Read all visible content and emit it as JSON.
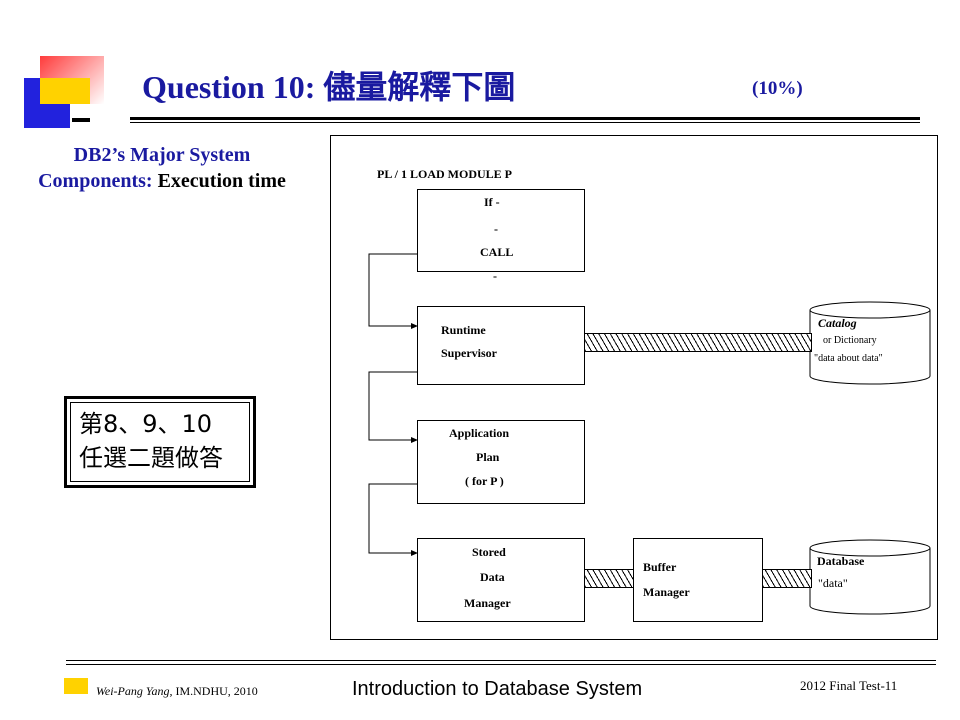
{
  "title": {
    "prefix": "Question 10: ",
    "cjk": "儘量解釋下圖"
  },
  "weight": "(10%)",
  "subtitle": {
    "line1": "DB2’s Major System",
    "line2_blue": "Components:",
    "line2_black": " Execution time"
  },
  "note": {
    "line1": "第8、9、10",
    "line2": "任選二題做答"
  },
  "diagram": {
    "module_label": "PL / 1  LOAD MODULE P",
    "if_box": {
      "line1": "If -",
      "line2": "-",
      "line3": "CALL",
      "line4": "-"
    },
    "runtime": {
      "line1": "Runtime",
      "line2": "Supervisor"
    },
    "application": {
      "line1": "Application",
      "line2": "Plan",
      "line3": "( for P )"
    },
    "stored": {
      "line1": "Stored",
      "line2": "Data",
      "line3": "Manager"
    },
    "buffer": {
      "line1": "Buffer",
      "line2": "Manager"
    },
    "catalog": {
      "line1": "Catalog",
      "line2": "or Dictionary",
      "line3": "\"data about data\""
    },
    "database": {
      "line1": "Database",
      "line2": "\"data\""
    }
  },
  "footer": {
    "author": "Wei-Pang Yang,",
    "affil": " IM.NDHU, 2010",
    "course": "Introduction to Database System",
    "page": "2012 Final Test-11"
  }
}
